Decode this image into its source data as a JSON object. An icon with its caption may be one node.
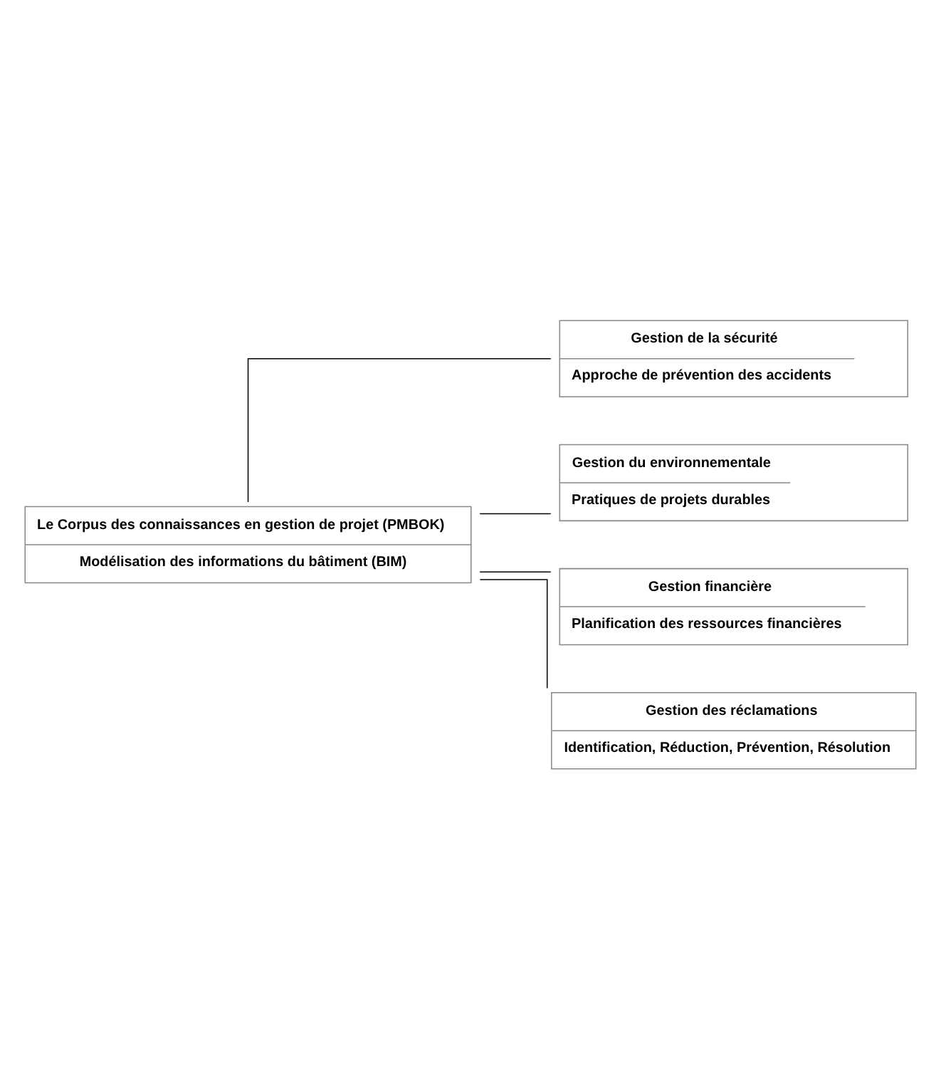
{
  "diagram": {
    "nodes": [
      {
        "text": [
          "Le Corpus des connaissances en gestion de projet (PMBOK)",
          "Modélisation des informations du bâtiment (BIM)"
        ]
      },
      {
        "text": [
          "Gestion de la sécurité",
          "Approche de prévention des accidents"
        ]
      },
      {
        "text": [
          "Gestion du environnementale",
          "Pratiques de projets durables"
        ]
      },
      {
        "text": [
          "Gestion financière",
          "Planification des ressources financières"
        ]
      },
      {
        "text": [
          "Gestion des réclamations",
          "Identification, Réduction, Prévention, Résolution"
        ]
      }
    ],
    "edges": [
      {
        "from": 0,
        "to": 1,
        "arrow": "none"
      },
      {
        "from": 0,
        "to": 2,
        "arrow": "none"
      },
      {
        "from": 0,
        "to": 3,
        "arrow": "none"
      },
      {
        "from": 0,
        "to": 4,
        "arrow": "none"
      }
    ]
  }
}
